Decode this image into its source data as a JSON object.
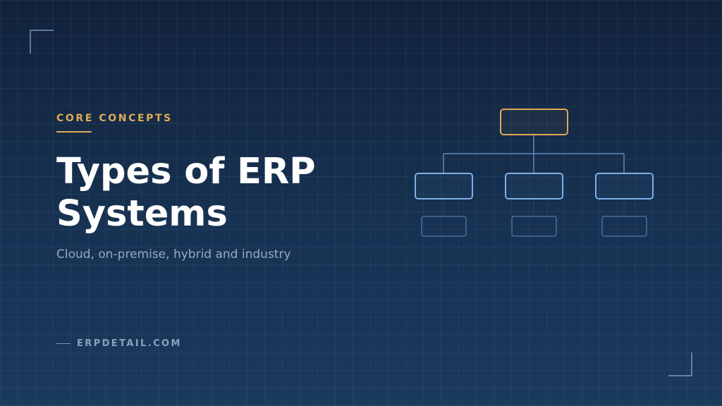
{
  "slide": {
    "eyebrow": "CORE CONCEPTS",
    "title_line1": "Types of ERP",
    "title_line2": "Systems",
    "subtitle": "Cloud, on-premise, hybrid and industry",
    "footer": "ERPDETAIL.COM"
  },
  "colors": {
    "accent": "#e0aa55",
    "background_top": "#12223b",
    "background_bottom": "#1a3a5e",
    "diagram_node": "#7eb0e6",
    "diagram_node_faint": "#4d6f96",
    "diagram_connector": "#5f89b8"
  },
  "diagram": {
    "type": "org-chart",
    "levels": [
      1,
      3,
      3
    ]
  }
}
